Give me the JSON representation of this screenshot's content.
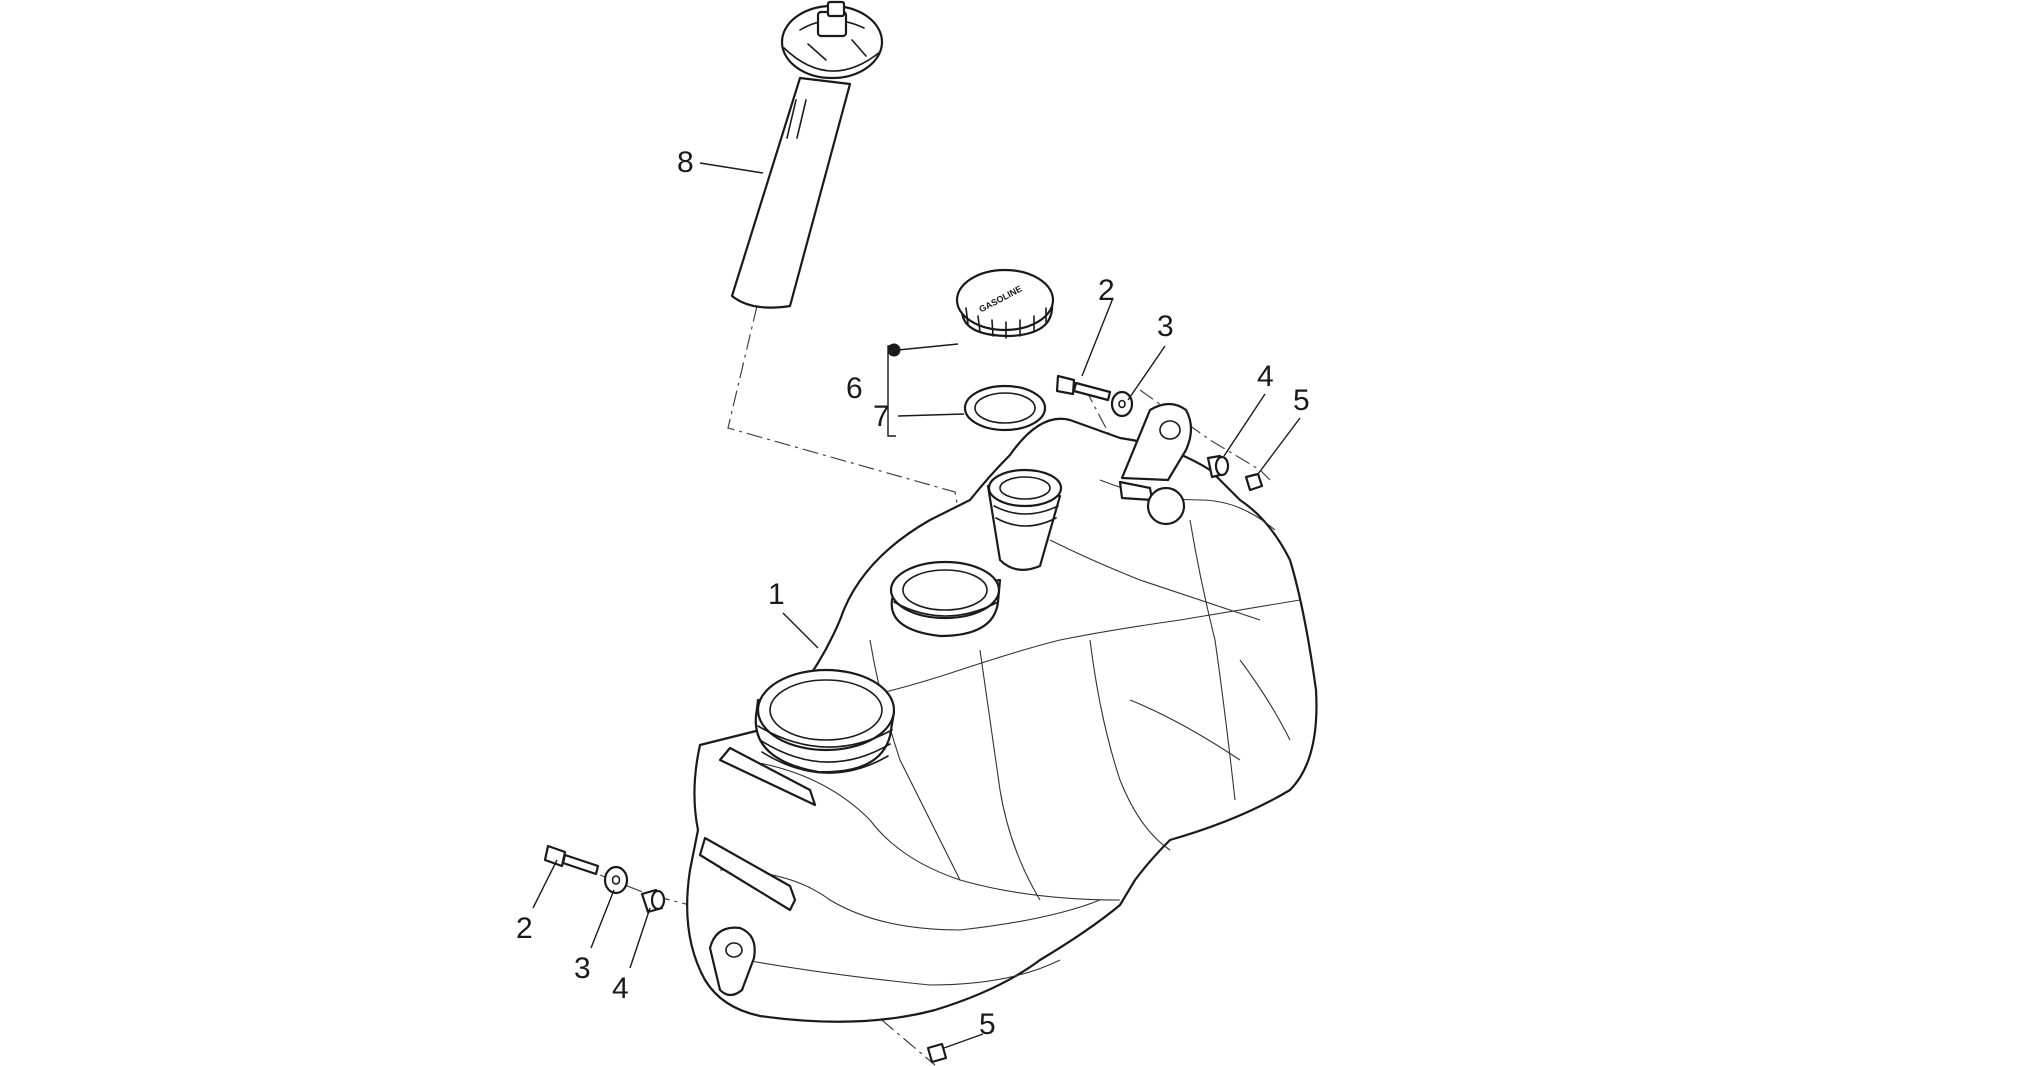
{
  "diagram": {
    "callouts": [
      "1",
      "2",
      "3",
      "4",
      "5",
      "6",
      "7",
      "8"
    ],
    "cap_text": "GASOLINE"
  }
}
